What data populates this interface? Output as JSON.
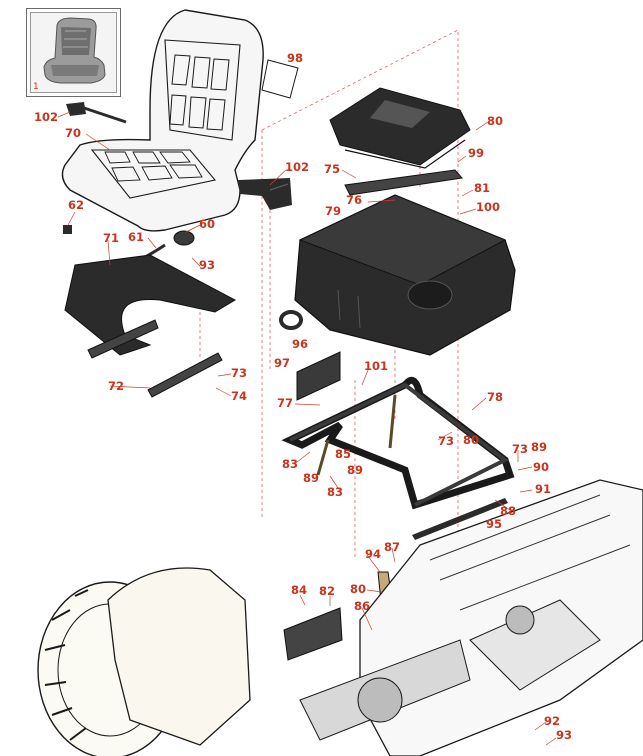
{
  "thumbnail": {
    "label": "1"
  },
  "colors": {
    "callout": "#c8341c",
    "outline": "#1a1a1a",
    "dark_part": "#2b2b2b",
    "light_part": "#f6f6f6",
    "cream": "#faf7ee",
    "leader": "#e06060"
  },
  "callouts": [
    {
      "id": "c98",
      "text": "98"
    },
    {
      "id": "c102a",
      "text": "102"
    },
    {
      "id": "c70",
      "text": "70"
    },
    {
      "id": "c102b",
      "text": "102"
    },
    {
      "id": "c80a",
      "text": "80"
    },
    {
      "id": "c99",
      "text": "99"
    },
    {
      "id": "c75",
      "text": "75"
    },
    {
      "id": "c81",
      "text": "81"
    },
    {
      "id": "c76",
      "text": "76"
    },
    {
      "id": "c100",
      "text": "100"
    },
    {
      "id": "c79",
      "text": "79"
    },
    {
      "id": "c62",
      "text": "62"
    },
    {
      "id": "c60",
      "text": "60"
    },
    {
      "id": "c71",
      "text": "71"
    },
    {
      "id": "c61",
      "text": "61"
    },
    {
      "id": "c93a",
      "text": "93"
    },
    {
      "id": "c96",
      "text": "96"
    },
    {
      "id": "c97",
      "text": "97"
    },
    {
      "id": "c72",
      "text": "72"
    },
    {
      "id": "c73a",
      "text": "73"
    },
    {
      "id": "c74",
      "text": "74"
    },
    {
      "id": "c101",
      "text": "101"
    },
    {
      "id": "c77",
      "text": "77"
    },
    {
      "id": "c78",
      "text": "78"
    },
    {
      "id": "c73b",
      "text": "73"
    },
    {
      "id": "c80b",
      "text": "80"
    },
    {
      "id": "c73c",
      "text": "73"
    },
    {
      "id": "c89a",
      "text": "89"
    },
    {
      "id": "c83a",
      "text": "83"
    },
    {
      "id": "c85",
      "text": "85"
    },
    {
      "id": "c90",
      "text": "90"
    },
    {
      "id": "c89b",
      "text": "89"
    },
    {
      "id": "c89c",
      "text": "89"
    },
    {
      "id": "c91",
      "text": "91"
    },
    {
      "id": "c83b",
      "text": "83"
    },
    {
      "id": "c88",
      "text": "88"
    },
    {
      "id": "c95",
      "text": "95"
    },
    {
      "id": "c94",
      "text": "94"
    },
    {
      "id": "c87",
      "text": "87"
    },
    {
      "id": "c80c",
      "text": "80"
    },
    {
      "id": "c84",
      "text": "84"
    },
    {
      "id": "c82",
      "text": "82"
    },
    {
      "id": "c86",
      "text": "86"
    },
    {
      "id": "c92",
      "text": "92"
    },
    {
      "id": "c93b",
      "text": "93"
    }
  ]
}
